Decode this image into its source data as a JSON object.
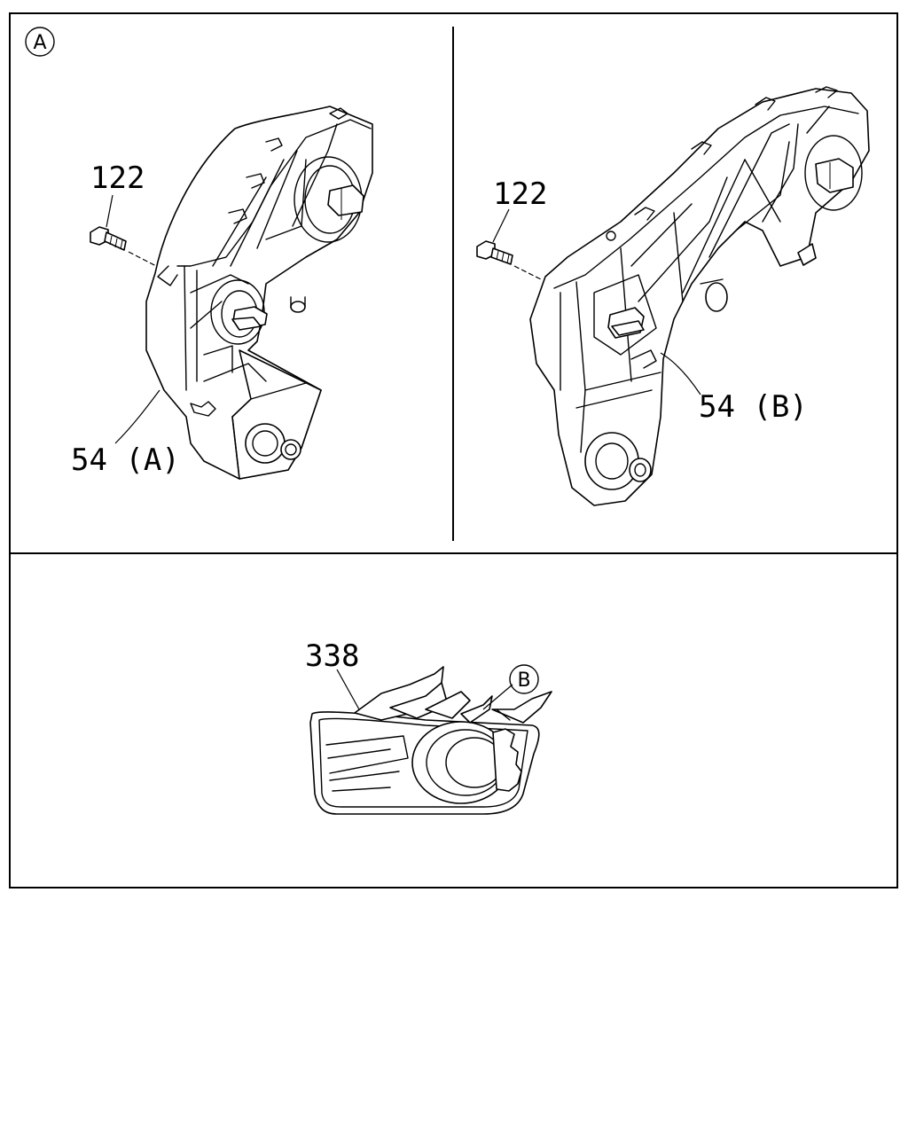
{
  "diagram": {
    "views": [
      {
        "marker": "A",
        "part_labels": [
          "122",
          "54 (A)"
        ]
      },
      {
        "part_labels": [
          "122",
          "54 (B)"
        ]
      },
      {
        "marker": "B",
        "part_labels": [
          "338"
        ]
      }
    ]
  }
}
